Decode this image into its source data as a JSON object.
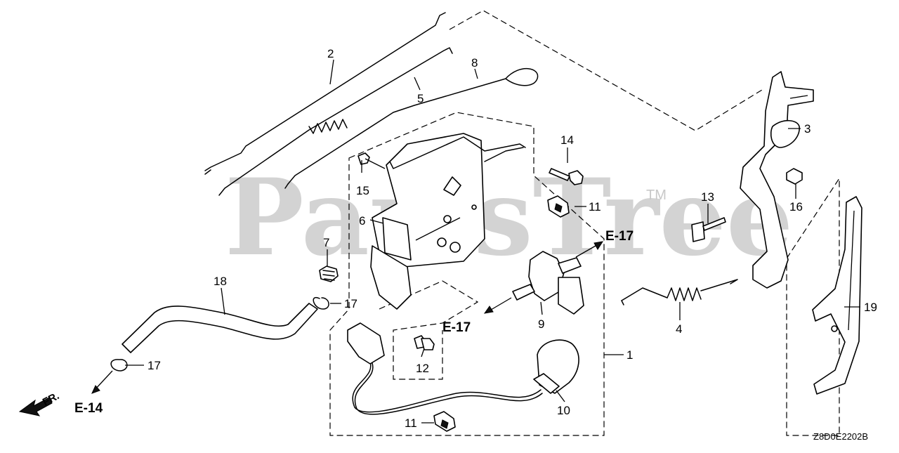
{
  "watermark": {
    "text": "PartsTree",
    "trademark": "TM"
  },
  "diagram_code": "Z8D0E2202B",
  "direction_label": "FR.",
  "references": {
    "e17_upper": "E-17",
    "e17_lower": "E-17",
    "e14": "E-14"
  },
  "callouts": {
    "c1": "1",
    "c2": "2",
    "c3": "3",
    "c4": "4",
    "c5": "5",
    "c6": "6",
    "c7": "7",
    "c8": "8",
    "c9": "9",
    "c10": "10",
    "c11a": "11",
    "c11b": "11",
    "c12": "12",
    "c13": "13",
    "c14": "14",
    "c15": "15",
    "c16": "16",
    "c17a": "17",
    "c17b": "17",
    "c18": "18",
    "c19": "19"
  }
}
